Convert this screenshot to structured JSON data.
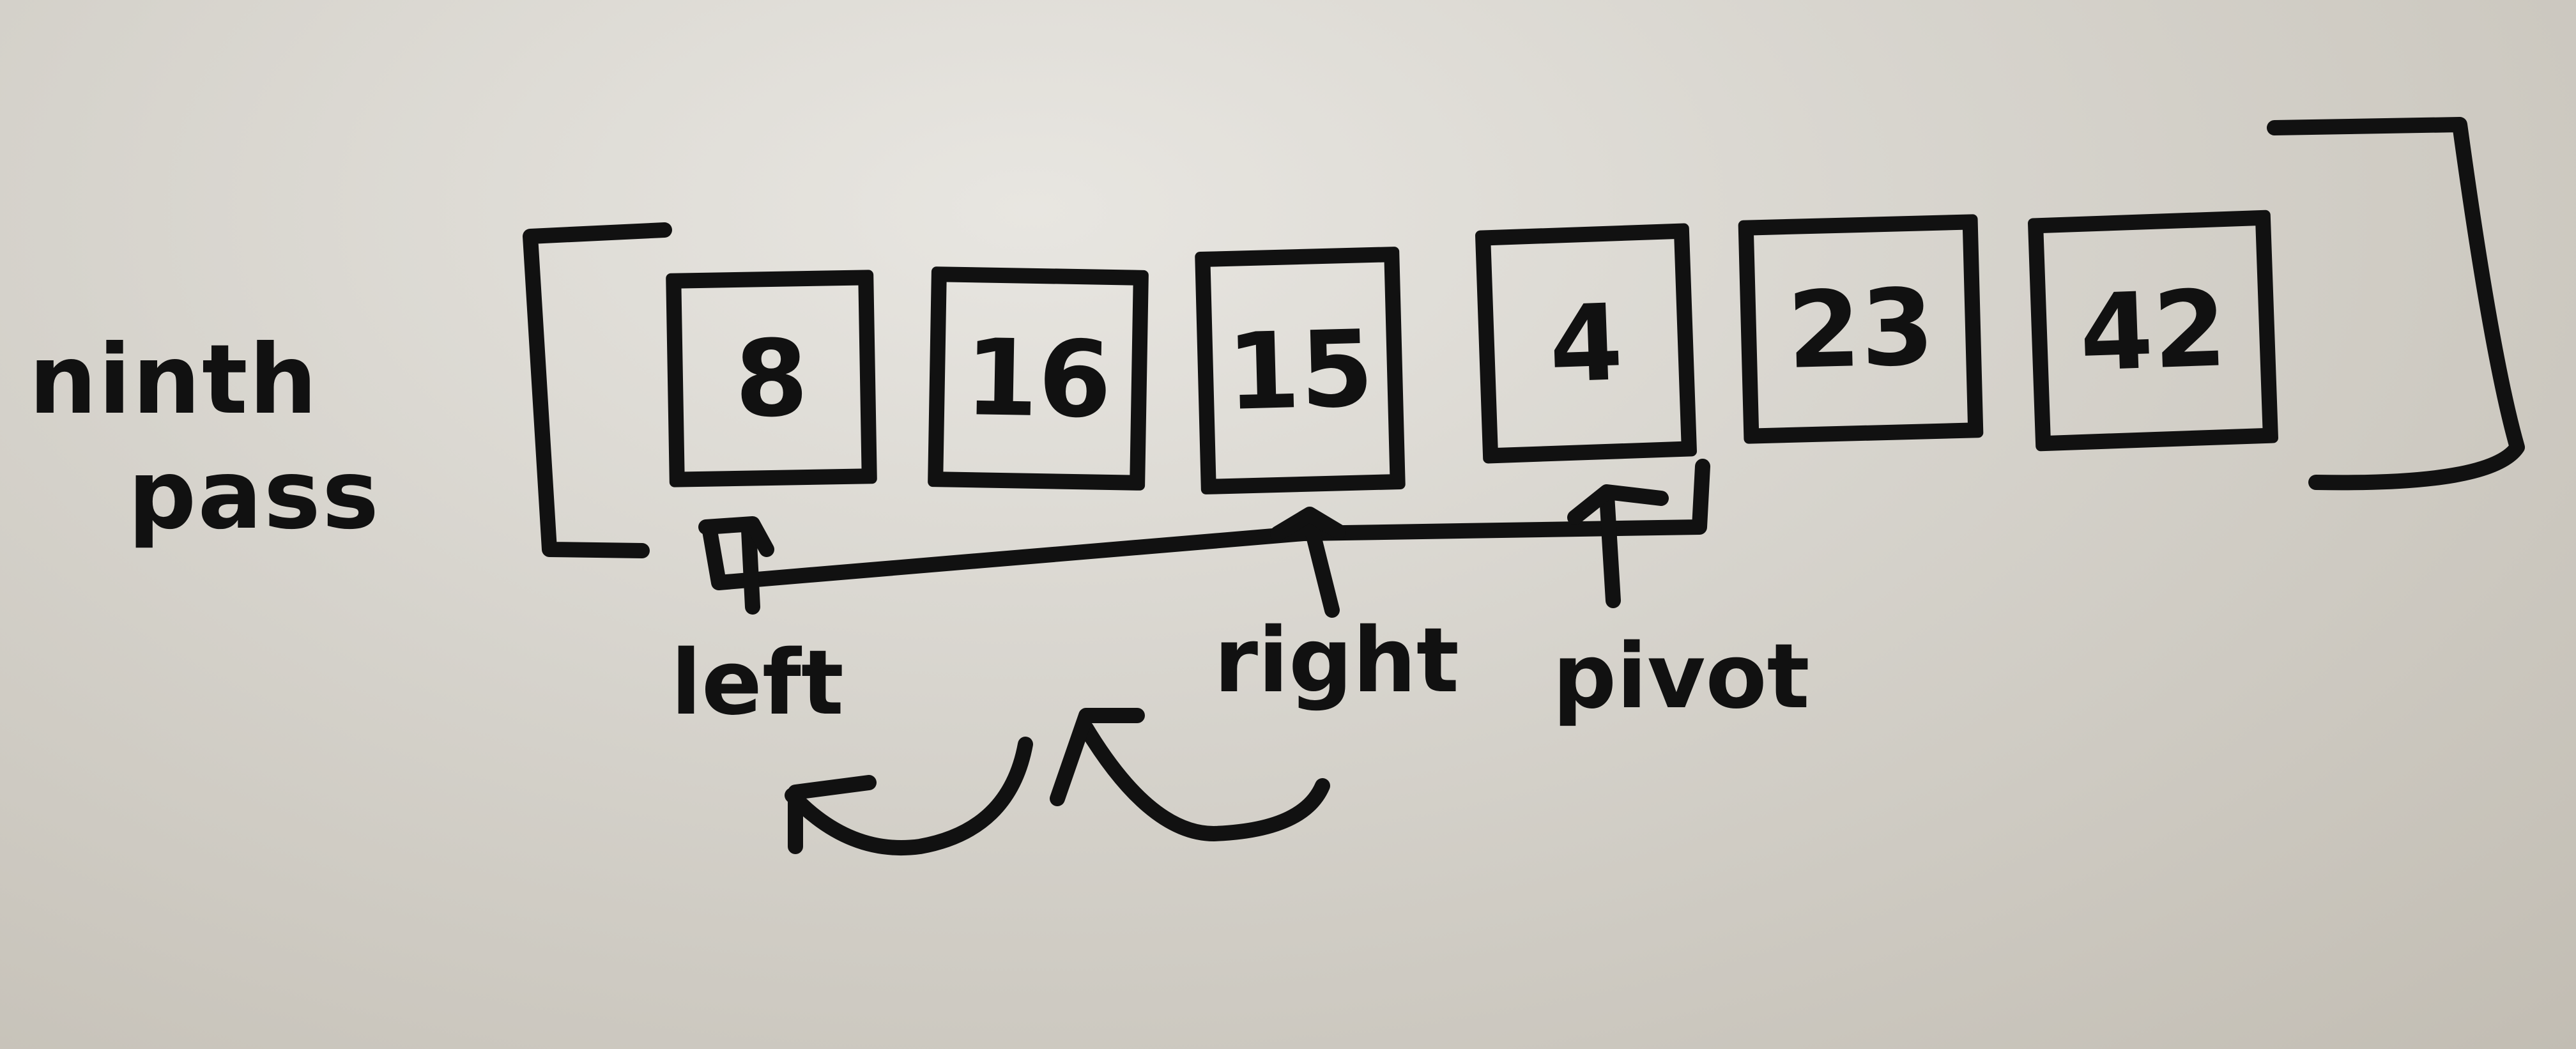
{
  "pass_label": {
    "line1": "ninth",
    "line2": "pass"
  },
  "array": {
    "values": [
      "8",
      "16",
      "15",
      "4",
      "23",
      "42"
    ]
  },
  "pointers": {
    "left": "left",
    "right": "right",
    "pivot": "pivot"
  },
  "colors": {
    "ink": "#111111",
    "board": "#dcd9d2"
  }
}
